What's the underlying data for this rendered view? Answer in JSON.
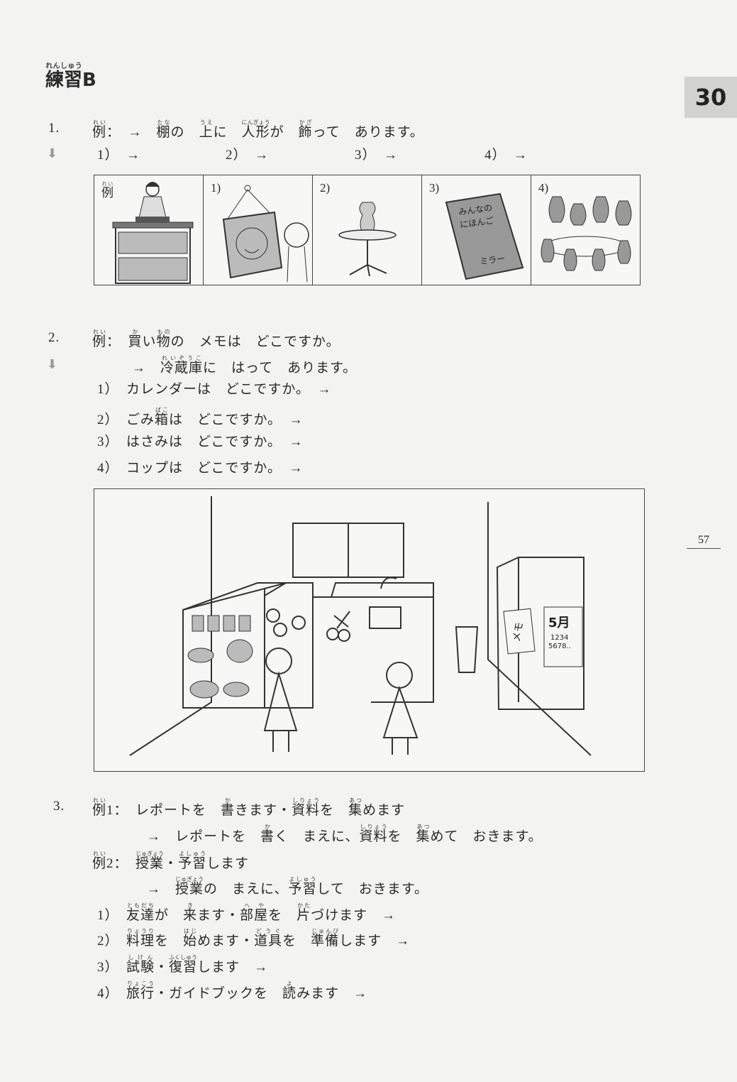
{
  "header": {
    "title": [
      {
        "t": "練習",
        "r": "れんしゅう"
      },
      "B"
    ],
    "chapter_tab": "30",
    "page_number": "57"
  },
  "exercise1": {
    "number": "1.",
    "example": [
      {
        "t": "例",
        "r": "れい"
      },
      "：　→　",
      {
        "t": "棚",
        "r": "たな"
      },
      "の　",
      {
        "t": "上",
        "r": "うえ"
      },
      "に　",
      {
        "t": "人形",
        "r": "にんぎょう"
      },
      "が　",
      {
        "t": "飾",
        "r": "かざ"
      },
      "って　あります。"
    ],
    "items": [
      "1）　→",
      "2）　→",
      "3）　→",
      "4）　→"
    ],
    "panels": [
      [
        {
          "t": "例",
          "r": "れい"
        }
      ],
      [
        "1)"
      ],
      [
        "2)"
      ],
      [
        "3)"
      ],
      [
        "4)"
      ]
    ],
    "book_title": [
      "みんなの",
      "にほんご"
    ],
    "book_author": "ミラー"
  },
  "exercise2": {
    "number": "2.",
    "example_question": [
      {
        "t": "例",
        "r": "れい"
      },
      "：　",
      {
        "t": "買",
        "r": "か"
      },
      "い",
      {
        "t": "物",
        "r": "もの"
      },
      "の　メモは　どこですか。"
    ],
    "example_answer": [
      "→　",
      {
        "t": "冷蔵庫",
        "r": "れいぞうこ"
      },
      "に　はって　あります。"
    ],
    "items": [
      [
        "1）　カレンダーは　どこですか。　→"
      ],
      [
        "2）　ごみ",
        {
          "t": "箱",
          "r": "ばこ"
        },
        "は　どこですか。　→"
      ],
      [
        "3）　はさみは　どこですか。　→"
      ],
      [
        "4）　コップは　どこですか。　→"
      ]
    ],
    "memo_label": "メモ",
    "calendar_month": "5月",
    "calendar_dates": [
      "1234",
      "5678.."
    ]
  },
  "exercise3": {
    "number": "3.",
    "example1_prompt": [
      {
        "t": "例",
        "r": "れい"
      },
      "1：　レポートを　",
      {
        "t": "書",
        "r": "か"
      },
      "きます・",
      {
        "t": "資料",
        "r": "しりょう"
      },
      "を　",
      {
        "t": "集",
        "r": "あつ"
      },
      "めます"
    ],
    "example1_answer": [
      "→　レポートを　",
      {
        "t": "書",
        "r": "か"
      },
      "く　まえに、",
      {
        "t": "資料",
        "r": "しりょう"
      },
      "を　",
      {
        "t": "集",
        "r": "あつ"
      },
      "めて　おきます。"
    ],
    "example2_prompt": [
      {
        "t": "例",
        "r": "れい"
      },
      "2：　",
      {
        "t": "授業",
        "r": "じゅぎょう"
      },
      "・",
      {
        "t": "予習",
        "r": "よしゅう"
      },
      "します"
    ],
    "example2_answer": [
      "→　",
      {
        "t": "授業",
        "r": "じゅぎょう"
      },
      "の　まえに、",
      {
        "t": "予習",
        "r": "よしゅう"
      },
      "して　おきます。"
    ],
    "items": [
      [
        "1）　",
        {
          "t": "友達",
          "r": "ともだち"
        },
        "が　",
        {
          "t": "来",
          "r": "き"
        },
        "ます・",
        {
          "t": "部屋",
          "r": "へや"
        },
        "を　",
        {
          "t": "片",
          "r": "かた"
        },
        "づけます　→"
      ],
      [
        "2）　",
        {
          "t": "料理",
          "r": "りょうり"
        },
        "を　",
        {
          "t": "始",
          "r": "はじ"
        },
        "めます・",
        {
          "t": "道具",
          "r": "どうぐ"
        },
        "を　",
        {
          "t": "準備",
          "r": "じゅんび"
        },
        "します　→"
      ],
      [
        "3）　",
        {
          "t": "試験",
          "r": "しけん"
        },
        "・",
        {
          "t": "復習",
          "r": "ふくしゅう"
        },
        "します　→"
      ],
      [
        "4）　",
        {
          "t": "旅行",
          "r": "りょこう"
        },
        "・ガイドブックを　",
        {
          "t": "読",
          "r": "よ"
        },
        "みます　→"
      ]
    ]
  }
}
